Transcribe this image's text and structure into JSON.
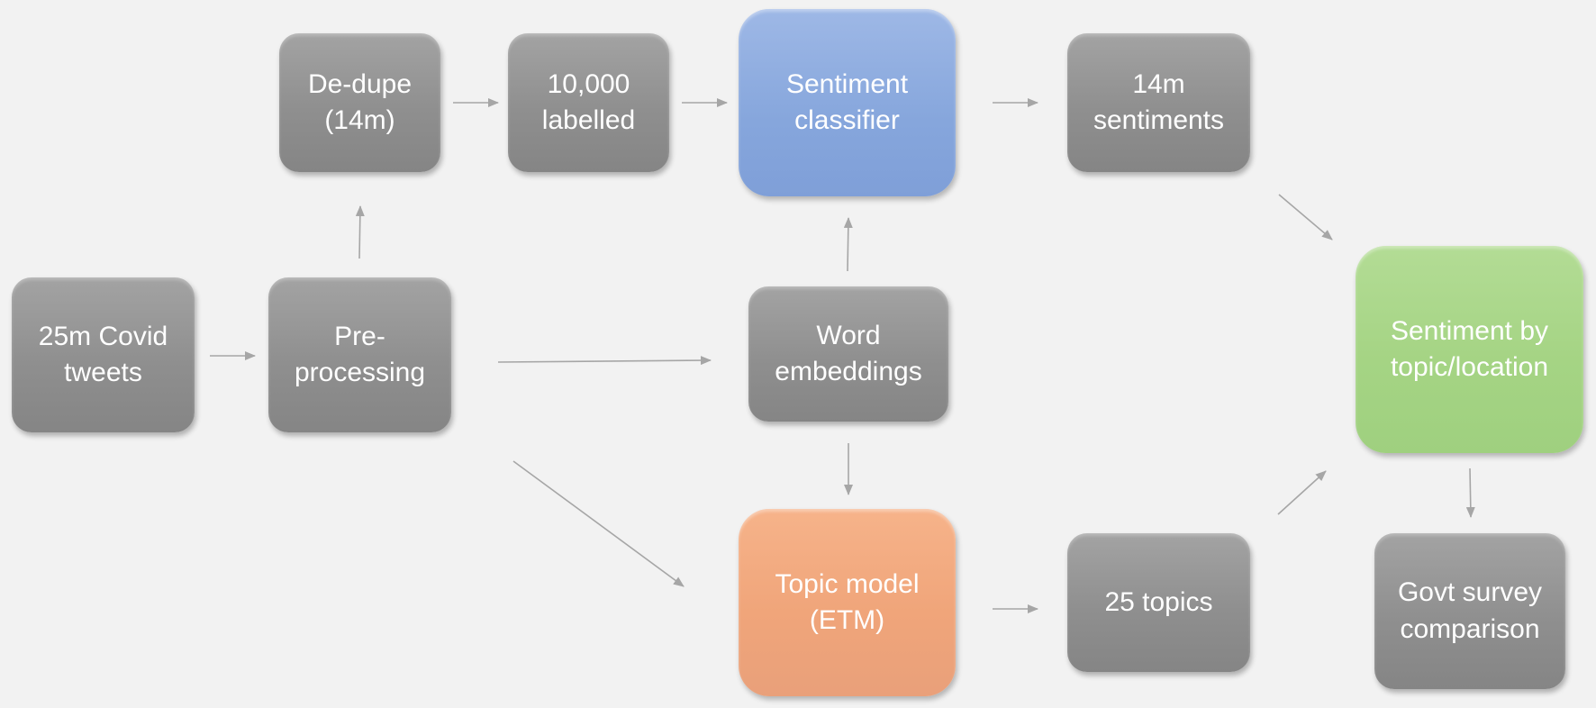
{
  "diagram": {
    "nodes": {
      "tweets": {
        "line1": "25m Covid",
        "line2": "tweets"
      },
      "preprocessing": {
        "line1": "Pre-",
        "line2": "processing"
      },
      "dedupe": {
        "line1": "De-dupe",
        "line2": "(14m)"
      },
      "labelled": {
        "line1": "10,000",
        "line2": "labelled"
      },
      "sentiment_classifier": {
        "line1": "Sentiment",
        "line2": "classifier"
      },
      "sentiments": {
        "line1": "14m",
        "line2": "sentiments"
      },
      "word_embeddings": {
        "line1": "Word",
        "line2": "embeddings"
      },
      "topic_model": {
        "line1": "Topic model",
        "line2": "(ETM)"
      },
      "topics": {
        "line1": "25 topics"
      },
      "sentiment_by": {
        "line1": "Sentiment by",
        "line2": "topic/location"
      },
      "govt_survey": {
        "line1": "Govt survey",
        "line2": "comparison"
      }
    },
    "colors": {
      "gray": "#8f8f8f",
      "blue": "#86a6dc",
      "orange": "#f0a57a",
      "green": "#a5d484",
      "arrow": "#a6a6a6",
      "background": "#f2f2f2"
    }
  }
}
